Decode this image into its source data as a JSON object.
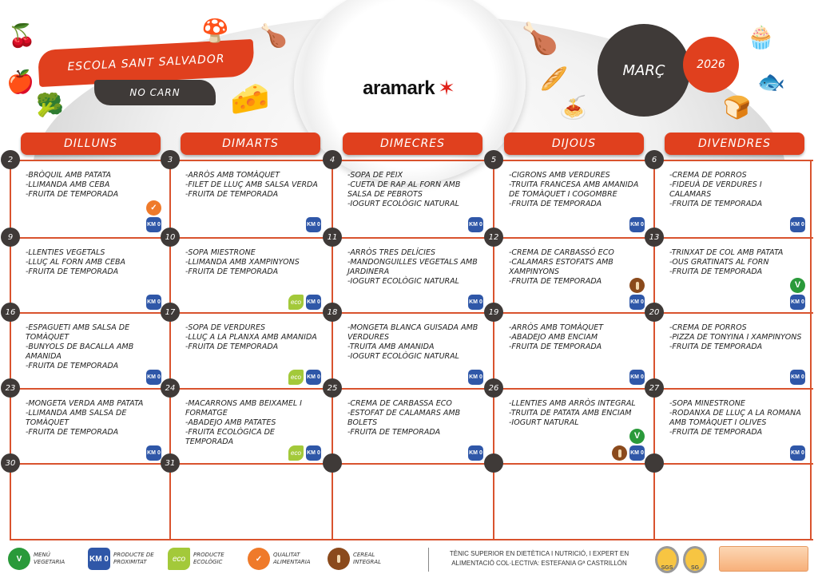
{
  "header": {
    "school": "ESCOLA SANT SALVADOR",
    "menu_type": "NO CARN",
    "brand": "aramark",
    "month": "MARÇ",
    "year": "2026"
  },
  "days_of_week": [
    "DILLUNS",
    "DIMARTS",
    "DIMECRES",
    "DIJOUS",
    "DIVENDRES"
  ],
  "weeks": [
    [
      {
        "num": "2",
        "items": [
          "-BRÒQUIL AMB PATATA",
          "-LLIMANDA AMB CEBA",
          "-FRUITA DE TEMPORADA"
        ],
        "badges": [
          [
            "quality"
          ],
          [
            "km0"
          ]
        ]
      },
      {
        "num": "3",
        "items": [
          "-ARRÒS AMB TOMÀQUET",
          "-FILET DE LLUÇ AMB SALSA VERDA",
          "-FRUITA DE TEMPORADA"
        ],
        "badges": [
          [
            "km0"
          ]
        ]
      },
      {
        "num": "4",
        "items": [
          "-SOPA DE PEIX",
          "-CUETA DE RAP AL FORN AMB SALSA DE PEBROTS",
          "-IOGURT ECOLÒGIC NATURAL"
        ],
        "badges": [
          [
            "km0"
          ]
        ]
      },
      {
        "num": "5",
        "items": [
          "-CIGRONS AMB VERDURES",
          "-TRUITA FRANCESA AMB AMANIDA DE TOMÀQUET I COGOMBRE",
          "-FRUITA DE TEMPORADA"
        ],
        "badges": [
          [
            "km0"
          ]
        ]
      },
      {
        "num": "6",
        "items": [
          "-CREMA DE PORROS",
          "-FIDEUÀ DE VERDURES I CALAMARS",
          "-FRUITA DE TEMPORADA"
        ],
        "badges": [
          [
            "km0"
          ]
        ]
      }
    ],
    [
      {
        "num": "9",
        "items": [
          "-LLENTIES VEGETALS",
          "-LLUÇ AL FORN AMB CEBA",
          "-FRUITA DE TEMPORADA"
        ],
        "badges": [
          [
            "km0"
          ]
        ]
      },
      {
        "num": "10",
        "items": [
          "-SOPA MIESTRONE",
          "-LLIMANDA AMB XAMPINYONS",
          "-FRUITA DE TEMPORADA"
        ],
        "badges": [
          [
            "eco",
            "km0"
          ]
        ]
      },
      {
        "num": "11",
        "items": [
          "-ARRÒS TRES DELÍCIES",
          "-MANDONGUILLES VEGETALS AMB JARDINERA",
          "-IOGURT ECOLÒGIC NATURAL"
        ],
        "badges": [
          [
            "km0"
          ]
        ]
      },
      {
        "num": "12",
        "items": [
          "-CREMA DE CARBASSÓ ECO",
          "-CALAMARS ESTOFATS AMB XAMPINYONS",
          "-FRUITA DE TEMPORADA"
        ],
        "badges": [
          [
            "cereal"
          ],
          [
            "km0"
          ]
        ]
      },
      {
        "num": "13",
        "items": [
          "-TRINXAT DE COL AMB PATATA",
          "-OUS GRATINATS AL FORN",
          "-FRUITA DE TEMPORADA"
        ],
        "badges": [
          [
            "veg"
          ],
          [
            "km0"
          ]
        ]
      }
    ],
    [
      {
        "num": "16",
        "items": [
          "-ESPAGUETI AMB SALSA DE TOMÀQUET",
          "-BUNYOLS DE BACALLA AMB AMANIDA",
          "-FRUITA DE TEMPORADA"
        ],
        "badges": [
          [
            "km0"
          ]
        ]
      },
      {
        "num": "17",
        "items": [
          "-SOPA DE VERDURES",
          "-LLUÇ A LA PLANXA AMB AMANIDA",
          "-FRUITA DE TEMPORADA"
        ],
        "badges": [
          [
            "eco",
            "km0"
          ]
        ]
      },
      {
        "num": "18",
        "items": [
          "-MONGETA BLANCA GUISADA AMB VERDURES",
          "-TRUITA AMB AMANIDA",
          "-IOGURT ECOLÒGIC NATURAL"
        ],
        "badges": [
          [
            "km0"
          ]
        ]
      },
      {
        "num": "19",
        "items": [
          "-ARRÒS AMB TOMÀQUET",
          "-ABADEJO AMB ENCIAM",
          "-FRUITA DE TEMPORADA"
        ],
        "badges": [
          [
            "km0"
          ]
        ]
      },
      {
        "num": "20",
        "items": [
          "-CREMA DE PORROS",
          "-PIZZA DE TONYINA I XAMPINYONS",
          "-FRUITA DE TEMPORADA"
        ],
        "badges": [
          [
            "km0"
          ]
        ]
      }
    ],
    [
      {
        "num": "23",
        "items": [
          "-MONGETA VERDA AMB PATATA",
          "-LLIMANDA AMB SALSA DE TOMÀQUET",
          "-FRUITA DE TEMPORADA"
        ],
        "badges": [
          [
            "km0"
          ]
        ]
      },
      {
        "num": "24",
        "items": [
          "-MACARRONS AMB BEIXAMEL I FORMATGE",
          "-ABADEJO AMB PATATES",
          "-FRUITA ECOLÒGICA DE TEMPORADA"
        ],
        "badges": [
          [
            "eco",
            "km0"
          ]
        ]
      },
      {
        "num": "25",
        "items": [
          "-CREMA DE CARBASSA ECO",
          "-ESTOFAT DE CALAMARS AMB BOLETS",
          "-FRUITA DE TEMPORADA"
        ],
        "badges": [
          [
            "km0"
          ]
        ]
      },
      {
        "num": "26",
        "items": [
          "-LLENTIES AMB ARRÒS INTEGRAL",
          "-TRUITA DE PATATA AMB ENCIAM",
          "-IOGURT NATURAL"
        ],
        "badges": [
          [
            "veg"
          ],
          [
            "cereal",
            "km0"
          ]
        ]
      },
      {
        "num": "27",
        "items": [
          "-SOPA MINESTRONE",
          "-RODANXA DE LLUÇ A LA ROMANA AMB TOMÀQUET I OLIVES",
          "-FRUITA DE TEMPORADA"
        ],
        "badges": [
          [
            "km0"
          ]
        ]
      }
    ],
    [
      {
        "num": "30",
        "items": [],
        "badges": []
      },
      {
        "num": "31",
        "items": [],
        "badges": []
      },
      {
        "num": "",
        "items": [],
        "badges": []
      },
      {
        "num": "",
        "items": [],
        "badges": []
      },
      {
        "num": "",
        "items": [],
        "badges": []
      }
    ]
  ],
  "badge_text": {
    "km0": "KM 0",
    "eco": "eco",
    "veg": "V",
    "quality": "✓"
  },
  "legend": [
    {
      "type": "veg",
      "label": "MENÚ VEGETARIA"
    },
    {
      "type": "km0",
      "label": "PRODUCTE DE PROXIMITAT"
    },
    {
      "type": "eco",
      "label": "PRODUCTE ECOLÒGIC"
    },
    {
      "type": "quality",
      "label": "QUALITAT ALIMENTARIA"
    },
    {
      "type": "cereal",
      "label": "CEREAL INTEGRAL"
    }
  ],
  "footer": {
    "credits": "TÈNIC SUPERIOR EN DIETÈTICA I NUTRICIÓ, I EXPERT EN ALIMENTACIÓ COL·LECTIVA: ESTEFANIA Gª CASTRILLÓN",
    "cert1": "SGS",
    "cert2": "SG"
  },
  "colors": {
    "accent": "#e0401e",
    "dark": "#3f3a38",
    "grid": "#d9532e",
    "km0": "#2f57a8",
    "eco": "#a3c93a",
    "veg": "#2a9a3a",
    "cereal": "#8b4a1c",
    "quality": "#ef7a2a"
  }
}
